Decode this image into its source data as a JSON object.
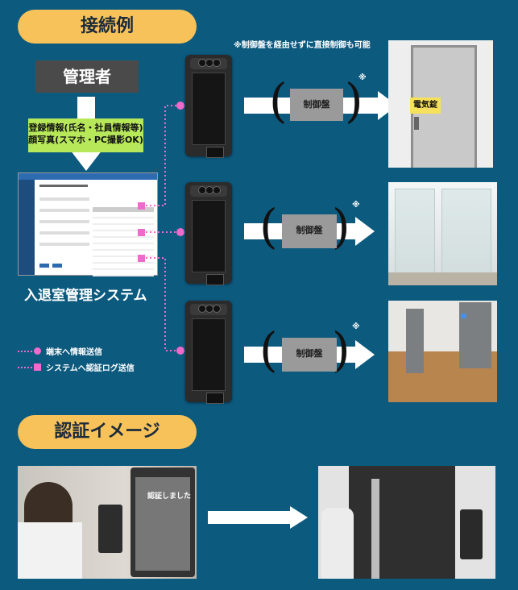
{
  "section1_title": "接続例",
  "admin_label": "管理者",
  "info_line1": "登録情報(氏名・社員情報等)",
  "info_line2": "顔写真(スマホ・PC撮影OK)",
  "system_label": "入退室管理システム",
  "note_top": "※制御盤を経由せずに直接制御も可能",
  "control_label": "制御盤",
  "asterisk": "※",
  "lock_label": "電気錠",
  "legend": {
    "terminal": "端末へ情報送信",
    "system": "システムへ認証ログ送信"
  },
  "section2_title": "認証イメージ",
  "auth_text": "認証しました",
  "colors": {
    "background": "#0d5a7f",
    "pill": "#f7c25a",
    "accent_pink": "#f06acb",
    "green_box": "#b7e85a",
    "control_box": "#9a9a9a",
    "lock_label_bg": "#f7e15a"
  }
}
